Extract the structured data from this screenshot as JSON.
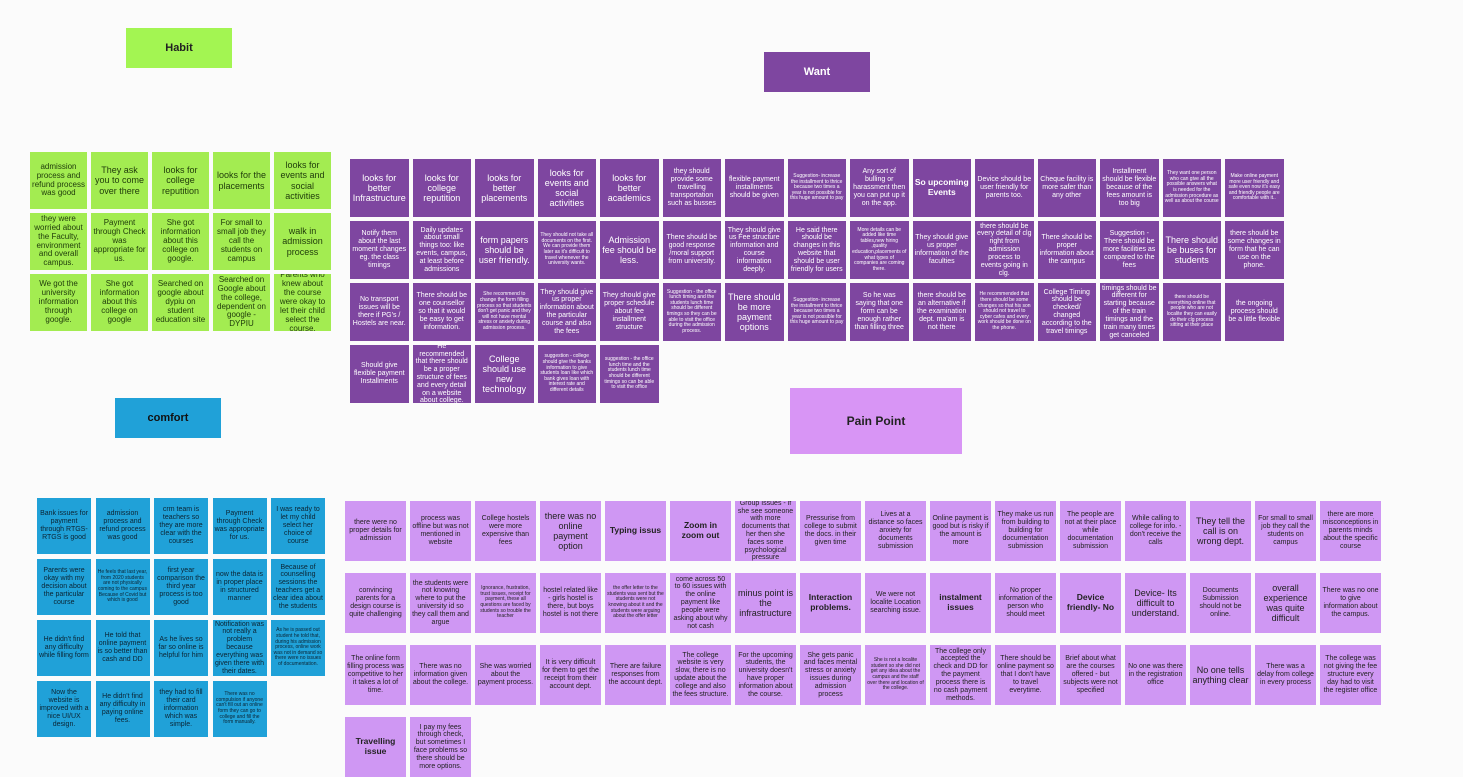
{
  "headers": {
    "habit": "Habit",
    "want": "Want",
    "comfort": "comfort",
    "pain_point": "Pain Point"
  },
  "colors": {
    "habit_header": "#a3f552",
    "habit_note": "#a3ec51",
    "want_header": "#7e46a0",
    "want_note": "#7e46a0",
    "comfort_header": "#20a1d8",
    "comfort_note": "#20a1d8",
    "pain_header": "#d895f5",
    "pain_note": "#cf97f3",
    "background": "#fbfbfb"
  },
  "habit": [
    "admission process and refund process was good",
    "They ask you to come over there",
    "looks for college reputition",
    "looks for the placements",
    "looks for events and social activities",
    "they were worried about the Faculty, environment and overall campus.",
    "Payment through Check was appropriate for us.",
    "She got information about this college on google.",
    "For small to small job they call the students on campus",
    "walk in admission process",
    "We got the university information through google.",
    "She got information about this college on google",
    "Searched on google about dypiu on student education site",
    "Searched on Google about the college, dependent on google - DYPIU",
    "Parents who knew about the course were okay to let their child select the course."
  ],
  "comfort": [
    "Bank issues for payment through RTGS- RTGS is good",
    "admission process and refund process was good",
    "crm team is teachers so they are more clear with the courses",
    "Payment through Check was appropriate for us.",
    "I was ready to let my child select her choice of course",
    "Parents were okay with my decision about the particular course",
    "He feels that last year, from 2020 students are not physically coming to the campus Because of Covid but which is good",
    "first year comparison the third year process is too good",
    "now the data is in proper place in structured manner",
    "Because of counselling sessions the teachers get a clear idea about the students",
    "He didn't find any difficulty while filling form",
    "He told that online payment is so better than cash and DD",
    "As he lives so far so online is helpful for him",
    "Notification was not really a problem because everything was given there with their dates.",
    "As he is passed out student he told that, during his admission process, online work was not in demand so there were no issues of documentation.",
    "Now the website is improved with a nice UI/UX design.",
    "He didn't find any difficulty in paying online fees.",
    "they had to fill their card information which was simple.",
    "There was no compulsion if anyone can't fill out an online form they can go to college and fill the form manually."
  ],
  "want": [
    "looks for better Infrastructure",
    "looks for college reputition",
    "looks for better placements",
    "looks for events and social activities",
    "looks for better academics",
    "they should provide some travelling transportation such as busses",
    "flexible payment installments should be given",
    "Suggestion- increase the installment to thrice because two times a year is not possible for this huge amount to pay",
    "Any sort of bulling or harassment then you can put up it on the app.",
    "So upcoming Events",
    "Device should be user friendly for parents too.",
    "Cheque facility is more safer than any other",
    "Installment should be flexible because of the fees amount is too big",
    "They want one person who can give all the possible answers what is needed for the admission procedure as well as about the course",
    "Make online payment more user friendly and safe even now it's easy and friendly people are comfortable with it..",
    "Notify them about the last moment changes eg. the class timings",
    "Daily updates about small things too: like events, campus, at least before admissions",
    "form papers should be user friendly.",
    "They should not take all documents on the first. We can provide them later as it's difficult to travel whenever the university wants.",
    "Admission fee should be less.",
    "There should be good response /moral support from university.",
    "They should give us Fee structure information and course information deeply.",
    "He said there should be changes in this website that should be user friendly for users",
    "More details can be added like time tables,new hiring ,quality education,placements of what types of companies are coming there.",
    "They should give us proper information of the faculties",
    "there should be every detail of clg right from admission process to events going in clg.",
    "There should be proper information about the campus",
    "Suggestion - There should be more facilities as compared to the fees",
    "There should be buses for students",
    "there should be some changes in form that he can use on the phone.",
    "No transport issues will be there if PG's / Hostels are near.",
    "There should be one counsellor so that it would be easy to get information.",
    "She recommend to change the form filling process so that students don't get panic and they will not have mental stress or anxiety during admission process.",
    "They should give us proper information about the particular course and also the fees",
    "They should give proper schedule about fee installment structure",
    "Suggestion - the office lunch timing and the students lunch time should be different timings so they can be able to visit the office during the admission process.",
    "There should be more payment options",
    "Suggestion- increase the installment to thrice because two times a year is not possible for this huge amount to pay",
    "So he was saying that one form can be enough rather than filling three",
    "there should be an alternative if the examination dept. ma'am is not there",
    "He recommended that there should be some changes so that his son should not travel to cyber cafes and every work should be done on the phone.",
    "College Timing should be checked/ changed according to the travel timings",
    "timings should be different for starting because of the train timings and the train many times get canceled",
    "there should be everything online that people who are not localite they can easily do their clg process sitting at their place",
    "the ongoing process should be a little flexible",
    "Should give flexible payment Installments",
    "He recommended that there should be a proper structure of fees and every detail on a website about college.",
    "College should use new technology",
    "suggestion - college should give the banks information to give students loan like which bank gives loan with interest rate and different details",
    "suggestion - the office lunch time and the students lunch time should be different timings so can be able to visit the office"
  ],
  "pain_point": [
    "there were no proper details for admission",
    "process was offline but was not mentioned in website",
    "College hostels were more expensive than fees",
    "there was no online payment option",
    "Typing issus",
    "Zoom in zoom out",
    "Group Issues - if she see someone with more documents that her then she faces some psychological pressure",
    "Pressurise from college to submit the docs. in their given time",
    "Lives at a distance so faces anxiety for documents submission",
    "Online payment is good but is risky if the amount is more",
    "They make us run from building to building for documentation submission",
    "The people are not at their place while documentation submission",
    "While calling to college for info. - don't receive the calls",
    "They tell the call is on wrong dept.",
    "For small to small job they call the students on campus",
    "there are more misconceptions in parents minds about the specific course",
    "convincing parents for a design course is quite challenging",
    "the students were not knowing where to put the university id so they call them and argue",
    "Ignorance, frustration, trust issues, receipt for payment, these all questions are faced by students so trouble the teacher",
    "hostel related like - girls hostel is there, but boys hostel is not there",
    "the offer letter to the students was sent but the students were not knowing about it and the students were arguing about the offer letter",
    "come across 50 to 60 issues with the online payment like people were asking about why not cash",
    "minus point is the infrastructure",
    "Interaction problems.",
    "We were not localite Location searching issue.",
    "instalment issues",
    "No proper information of the person who should meet",
    "Device friendly- No",
    "Device- Its difficult to understand.",
    "Documents Submission should not be online.",
    "overall experience was quite difficult",
    "There was no one to give information about the campus.",
    "The online form filling process was competitive to her it takes a lot of time.",
    "There was no information given about the college.",
    "She was worried about the payment process.",
    "It is very difficult for them to get the receipt from their account dept.",
    "There are failure responses from the account dept.",
    "The college website is very slow, there is no update about the college and also the fees structure.",
    "For the upcoming students, the university doesn't have proper information about the course.",
    "She gets panic and faces mental stress or anxiety issues during admission process",
    "She is not a localite student so she did not get any idea about the campus and the staff over there and location of the college.",
    "The college only accepted the check and DD for the payment process there is no cash payment methods.",
    "There should be online payment so that I don't have to travel everytime.",
    "Brief about what are the courses offered - but subjects were not specified",
    "No one was there in the registration office",
    "No one tells anything clear",
    "There was a delay from college in every process",
    "The college was not giving the fee structure every day had to visit the register office",
    "Travelling issue",
    "I pay my fees through check, but sometimes I face problems so there should be more options."
  ]
}
